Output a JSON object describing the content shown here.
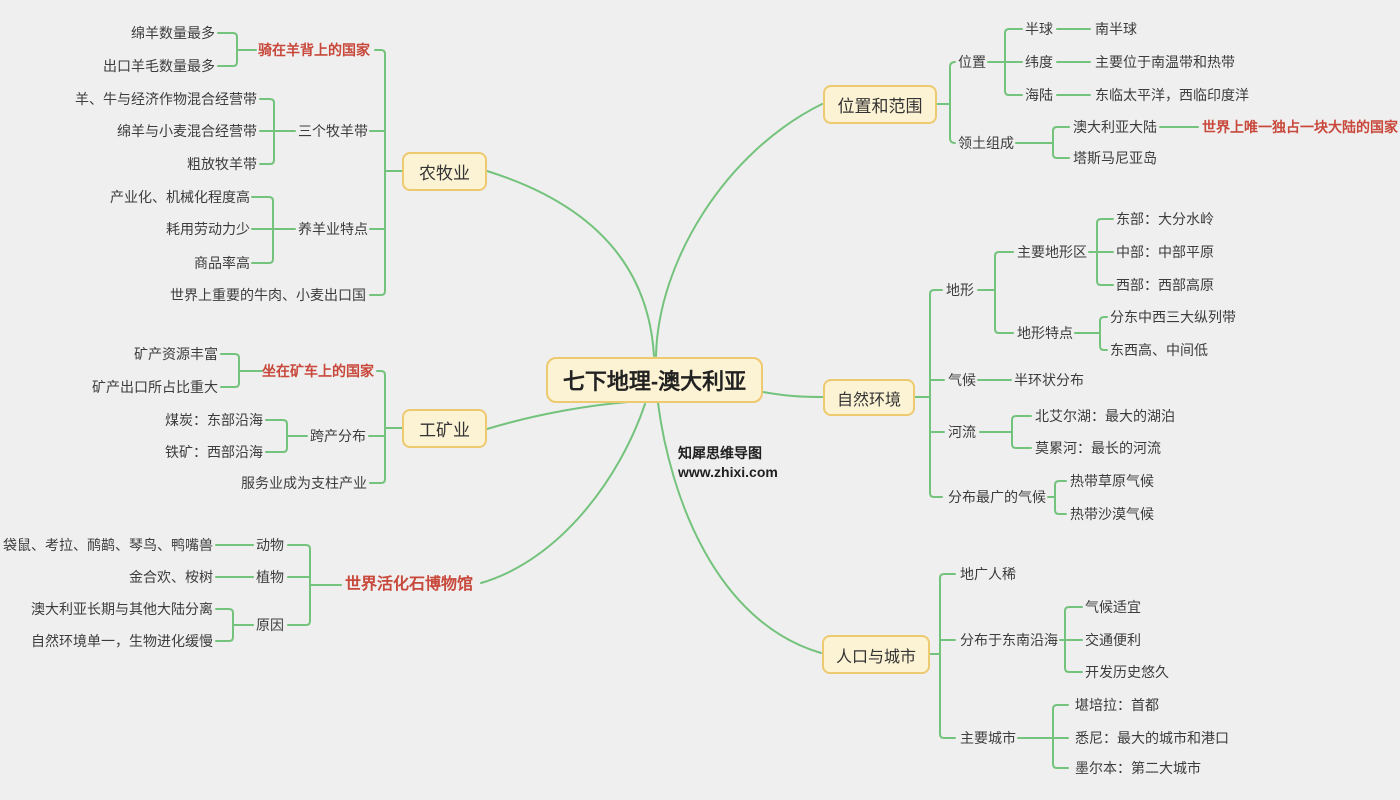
{
  "center": {
    "title": "七下地理-澳大利亚"
  },
  "watermark": {
    "line1": "知犀思维导图",
    "line2": "www.zhixi.com"
  },
  "colors": {
    "background": "#efefef",
    "box_fill": "#fcf2d4",
    "box_border": "#edc96f",
    "branch_line": "#74c37c",
    "accent_red": "#c8483b",
    "text": "#3c3c3c"
  },
  "agriculture": {
    "label": "农牧业",
    "riding_country": {
      "label": "骑在羊背上的国家",
      "items": [
        "绵羊数量最多",
        "出口羊毛数量最多"
      ]
    },
    "belts": {
      "label": "三个牧羊带",
      "items": [
        "羊、牛与经济作物混合经营带",
        "绵羊与小麦混合经营带",
        "粗放牧羊带"
      ]
    },
    "sheep_features": {
      "label": "养羊业特点",
      "items": [
        "产业化、机械化程度高",
        "耗用劳动力少",
        "商品率高"
      ]
    },
    "exporter": "世界上重要的牛肉、小麦出口国"
  },
  "mining": {
    "label": "工矿业",
    "minecart_country": {
      "label": "坐在矿车上的国家",
      "items": [
        "矿产资源丰富",
        "矿产出口所占比重大"
      ]
    },
    "distribution": {
      "label": "跨产分布",
      "items": [
        "煤炭：东部沿海",
        "铁矿：西部沿海"
      ]
    },
    "service": "服务业成为支柱产业"
  },
  "living_fossil": {
    "label": "世界活化石博物馆",
    "animals": {
      "label": "动物",
      "value": "袋鼠、考拉、鸸鹋、琴鸟、鸭嘴兽"
    },
    "plants": {
      "label": "植物",
      "value": "金合欢、桉树"
    },
    "reasons": {
      "label": "原因",
      "items": [
        "澳大利亚长期与其他大陆分离",
        "自然环境单一，生物进化缓慢"
      ]
    }
  },
  "location": {
    "label": "位置和范围",
    "position": {
      "label": "位置",
      "hemisphere": {
        "label": "半球",
        "value": "南半球"
      },
      "latitude": {
        "label": "纬度",
        "value": "主要位于南温带和热带"
      },
      "sea_land": {
        "label": "海陆",
        "value": "东临太平洋，西临印度洋"
      }
    },
    "territory": {
      "label": "领土组成",
      "mainland": "澳大利亚大陆",
      "mainland_note": "世界上唯一独占一块大陆的国家",
      "tasmania": "塔斯马尼亚岛"
    }
  },
  "nature": {
    "label": "自然环境",
    "terrain": {
      "label": "地形",
      "regions": {
        "label": "主要地形区",
        "items": [
          "东部：大分水岭",
          "中部：中部平原",
          "西部：西部高原"
        ]
      },
      "features": {
        "label": "地形特点",
        "items": [
          "分东中西三大纵列带",
          "东西高、中间低"
        ]
      }
    },
    "climate": {
      "label": "气候",
      "value": "半环状分布"
    },
    "rivers": {
      "label": "河流",
      "items": [
        "北艾尔湖：最大的湖泊",
        "莫累河：最长的河流"
      ]
    },
    "widest_climate": {
      "label": "分布最广的气候",
      "items": [
        "热带草原气候",
        "热带沙漠气候"
      ]
    }
  },
  "population": {
    "label": "人口与城市",
    "sparse": "地广人稀",
    "southeast": {
      "label": "分布于东南沿海",
      "items": [
        "气候适宜",
        "交通便利",
        "开发历史悠久"
      ]
    },
    "cities": {
      "label": "主要城市",
      "items": [
        "堪培拉：首都",
        "悉尼：最大的城市和港口",
        "墨尔本：第二大城市"
      ]
    }
  }
}
